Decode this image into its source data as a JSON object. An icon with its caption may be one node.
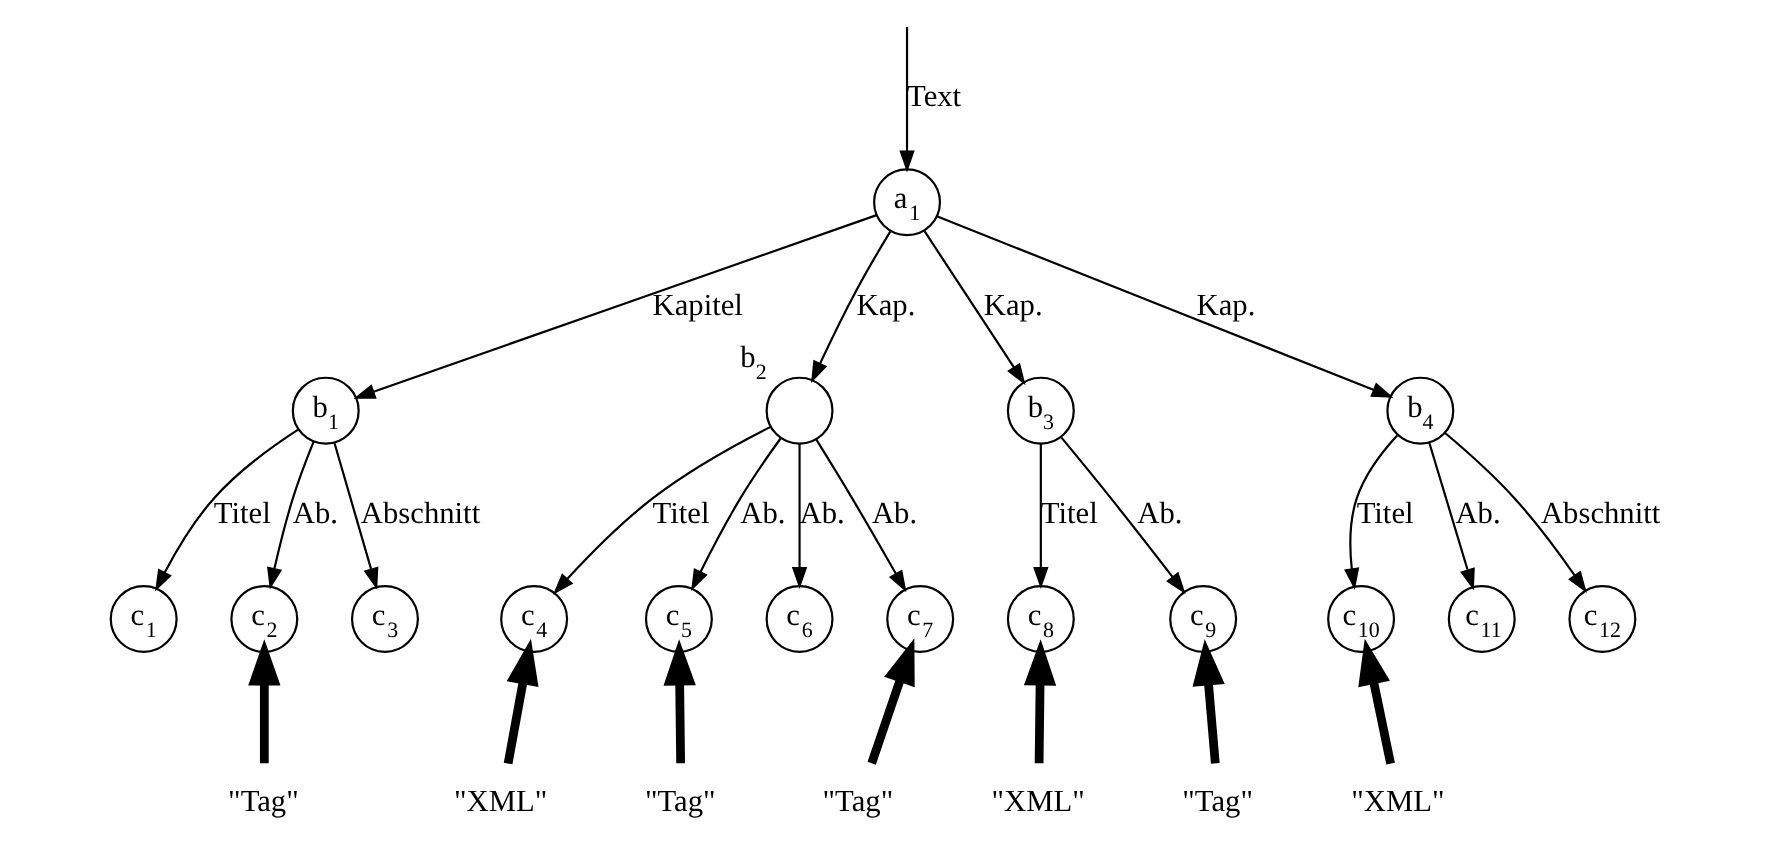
{
  "diagram": {
    "nodes": [
      {
        "text": [
          "a$_{1}$"
        ]
      },
      {
        "text": [
          "b$_{1}$"
        ]
      },
      {
        "text": [],
        "shape": "circle",
        "beside": [
          "b$_{2}$"
        ]
      },
      {
        "text": [
          "b$_{3}$"
        ]
      },
      {
        "text": [
          "b$_{4}$"
        ]
      },
      {
        "text": [
          "c$_{1}$"
        ]
      },
      {
        "text": [
          "c$_{2}$"
        ]
      },
      {
        "text": [
          "c$_{3}$"
        ]
      },
      {
        "text": [
          "c$_{4}$"
        ]
      },
      {
        "text": [
          "c$_{5}$"
        ]
      },
      {
        "text": [
          "c$_{6}$"
        ]
      },
      {
        "text": [
          "c$_{7}$"
        ]
      },
      {
        "text": [
          "c$_{8}$"
        ]
      },
      {
        "text": [
          "c$_{9}$"
        ]
      },
      {
        "text": [
          "c$_{10}$"
        ]
      },
      {
        "text": [
          "c$_{11}$"
        ]
      },
      {
        "text": [
          "c$_{12}$"
        ]
      },
      {
        "text": [
          "\"Tag\""
        ]
      },
      {
        "text": [
          "\"XML\""
        ]
      },
      {
        "text": [
          "\"Tag\""
        ]
      },
      {
        "text": [
          "\"Tag\""
        ]
      },
      {
        "text": [
          "\"XML\""
        ]
      },
      {
        "text": [
          "\"Tag\""
        ]
      },
      {
        "text": [
          "\"XML\""
        ]
      }
    ],
    "edges": [
      {
        "from": null,
        "to": 0,
        "arrow": "to",
        "label": "Text"
      },
      {
        "from": 0,
        "to": 1,
        "arrow": "to",
        "label": "Kapitel"
      },
      {
        "from": 0,
        "to": 2,
        "arrow": "to",
        "label": "Kap."
      },
      {
        "from": 0,
        "to": 3,
        "arrow": "to",
        "label": "Kap."
      },
      {
        "from": 0,
        "to": 4,
        "arrow": "to",
        "label": "Kap."
      },
      {
        "from": 1,
        "to": 5,
        "arrow": "to",
        "label": "Titel"
      },
      {
        "from": 1,
        "to": 6,
        "arrow": "to",
        "label": "Ab."
      },
      {
        "from": 1,
        "to": 7,
        "arrow": "to",
        "label": "Abschnitt"
      },
      {
        "from": 2,
        "to": 8,
        "arrow": "to",
        "label": "Titel"
      },
      {
        "from": 2,
        "to": 9,
        "arrow": "to",
        "label": "Ab."
      },
      {
        "from": 2,
        "to": 10,
        "arrow": "to",
        "label": "Ab."
      },
      {
        "from": 2,
        "to": 11,
        "arrow": "to",
        "label": "Ab."
      },
      {
        "from": 3,
        "to": 12,
        "arrow": "to",
        "label": "Titel"
      },
      {
        "from": 3,
        "to": 13,
        "arrow": "to",
        "label": "Ab."
      },
      {
        "from": 4,
        "to": 14,
        "arrow": "to",
        "label": "Titel"
      },
      {
        "from": 4,
        "to": 15,
        "arrow": "to",
        "label": "Ab."
      },
      {
        "from": 4,
        "to": 16,
        "arrow": "to",
        "label": "Abschnitt"
      },
      {
        "from": 17,
        "to": 6,
        "arrow": "to",
        "style": "thick"
      },
      {
        "from": 18,
        "to": 8,
        "arrow": "to",
        "style": "thick"
      },
      {
        "from": 19,
        "to": 9,
        "arrow": "to",
        "style": "thick"
      },
      {
        "from": 20,
        "to": 11,
        "arrow": "to",
        "style": "thick"
      },
      {
        "from": 21,
        "to": 12,
        "arrow": "to",
        "style": "thick"
      },
      {
        "from": 22,
        "to": 13,
        "arrow": "to",
        "style": "thick"
      },
      {
        "from": 23,
        "to": 14,
        "arrow": "to",
        "style": "thick"
      }
    ]
  }
}
